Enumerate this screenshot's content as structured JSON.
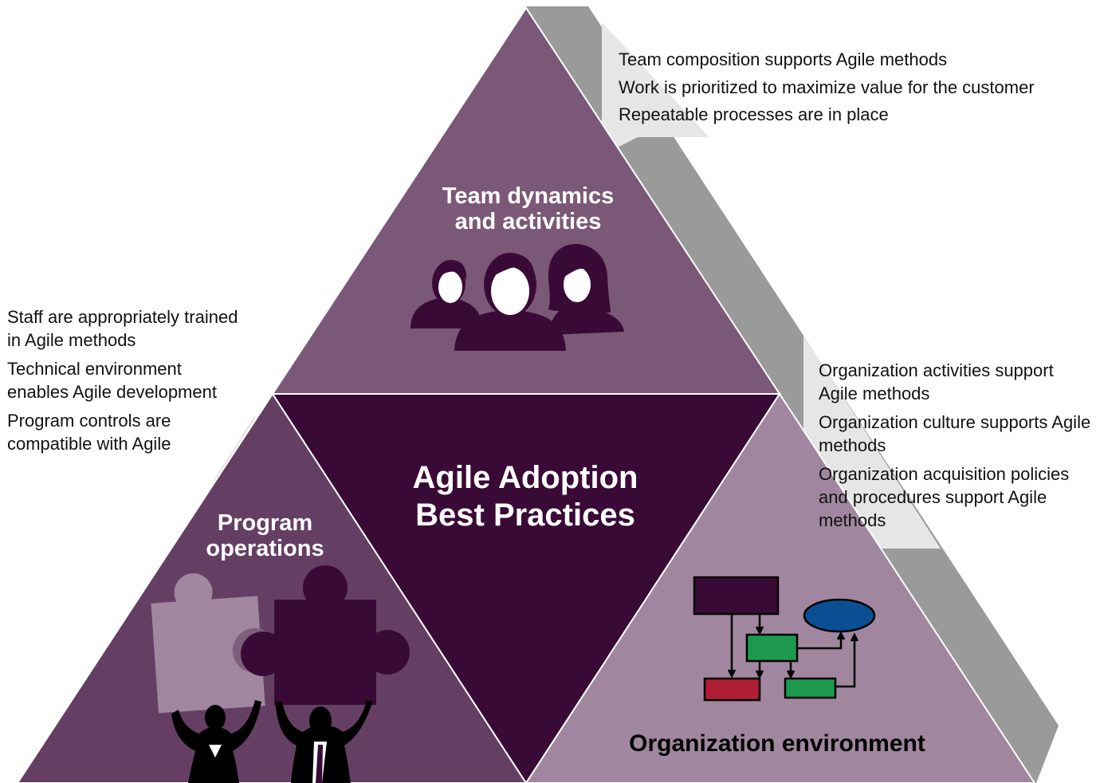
{
  "diagram": {
    "center_title": [
      "Agile Adoption",
      "Best Practices"
    ],
    "top_section": {
      "title": [
        "Team dynamics",
        "and activities"
      ],
      "bullets": [
        "Team composition supports Agile methods",
        "Work is prioritized to maximize value for the customer",
        "Repeatable processes are in place"
      ]
    },
    "left_section": {
      "title": [
        "Program",
        "operations"
      ],
      "bullets": [
        "Staff are appropriately trained in Agile methods",
        "Technical environment enables Agile development",
        "Program controls are compatible with Agile"
      ]
    },
    "right_section": {
      "title": "Organization environment",
      "bullets": [
        "Organization activities support Agile methods",
        "Organization culture supports Agile methods",
        "Organization acquisition policies and procedures support Agile methods"
      ]
    }
  },
  "colors": {
    "top_triangle": "#7b5878",
    "left_triangle": "#653f63",
    "center_triangle": "#3a0a36",
    "right_triangle": "#a0879f",
    "shadow": "#9a9a9a",
    "callout": "#e6e6e6",
    "flow_green": "#1e9a4e",
    "flow_red": "#b01e35",
    "flow_blue": "#0a4f93",
    "flow_dark": "#3a0a36"
  },
  "icons": {
    "team": "three-people-icon",
    "program": "puzzle-pieces-with-businesspeople-icon",
    "organization": "flowchart-icon"
  }
}
